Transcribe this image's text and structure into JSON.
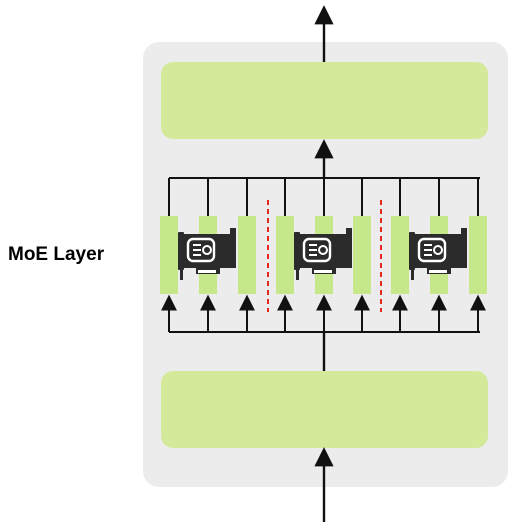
{
  "labels": {
    "moe_layer": "MoE Layer"
  },
  "colors": {
    "panel": "#ececec",
    "block_fill": "#d4e99a",
    "expert_fill": "#c7e88a",
    "line": "#111111",
    "separator": "#e8251f",
    "gpu_body": "#2b2b2b",
    "gpu_detail": "#ffffff"
  },
  "icons": {
    "gpu": "gpu-card-icon",
    "arrow": "arrow-up-icon"
  },
  "structure": {
    "top_block": "dense-layer-top",
    "bottom_block": "dense-layer-bottom",
    "expert_groups": 3,
    "experts_per_group": 3
  }
}
